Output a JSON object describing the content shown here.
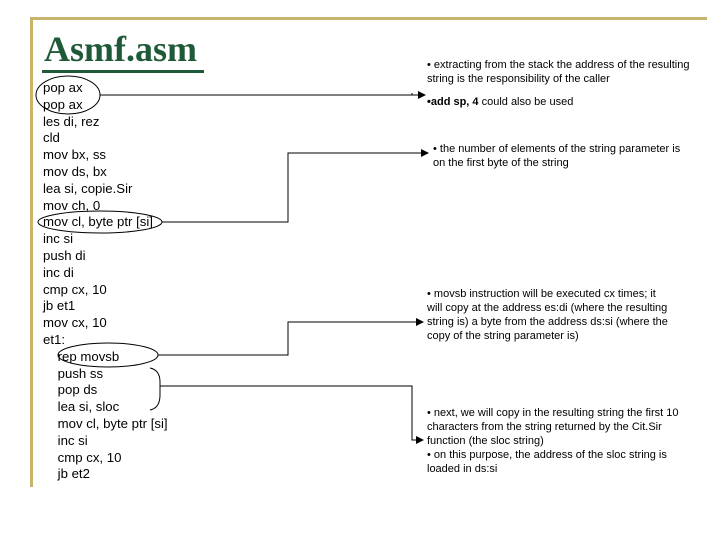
{
  "title": "Asmf.asm",
  "code_lines": [
    "pop ax",
    "pop ax",
    "les di, rez",
    "cld",
    "mov bx, ss",
    "mov ds, bx",
    "lea si, copie.Sir",
    "mov ch, 0",
    "mov cl, byte ptr [si]",
    "inc si",
    "push di",
    "inc di",
    "cmp cx, 10",
    "jb et1",
    "mov cx, 10",
    "et1:",
    "    rep movsb",
    "    push ss",
    "    pop ds",
    "    lea si, sloc",
    "    mov cl, byte ptr [si]",
    "    inc si",
    "    cmp cx, 10",
    "    jb et2"
  ],
  "notes": {
    "n1": "• extracting from the stack the address of the resulting string is the responsibility of the caller",
    "n2_bold": "•add sp, 4",
    "n2_rest": " could also be used",
    "n3": "• the number of elements of the string parameter is on the first byte of the string",
    "n4": "• movsb instruction will be executed cx times; it will copy at the address es:di (where the resulting string is) a byte from the address ds:si (where the copy of the string parameter is)",
    "n5a": "• next, we will copy in the resulting string the first 10 characters from the string returned by the Cit.Sir function (the sloc string)",
    "n5b": "• on this purpose, the address of the sloc string is loaded in ds:si"
  },
  "colors": {
    "frame": "#c8b46a",
    "title": "#1f5a38"
  }
}
